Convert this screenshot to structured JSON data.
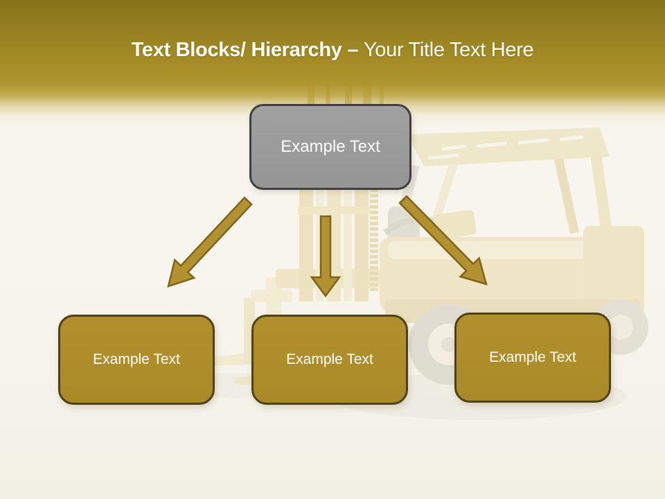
{
  "slide": {
    "title": {
      "bold": "Text Blocks/ Hierarchy – ",
      "regular": "Your Title Text Here"
    },
    "hierarchy": {
      "top": {
        "label": "Example Text"
      },
      "children": [
        {
          "label": "Example Text"
        },
        {
          "label": "Example Text"
        },
        {
          "label": "Example Text"
        }
      ]
    },
    "watermark": {
      "subject": "forklift"
    },
    "colors": {
      "band_gold_dark": "#867119",
      "band_gold_bright": "#af942a",
      "background_cream": "#f7f5ee",
      "gold_box_fill": "#ae8d29",
      "gold_box_border": "#4e4117",
      "top_box_fill": "#9a9a9a",
      "top_box_border": "#3f3f3f",
      "arrow_fill": "#b19132",
      "arrow_stroke": "#7f6418",
      "title_color": "#ffffff"
    }
  }
}
